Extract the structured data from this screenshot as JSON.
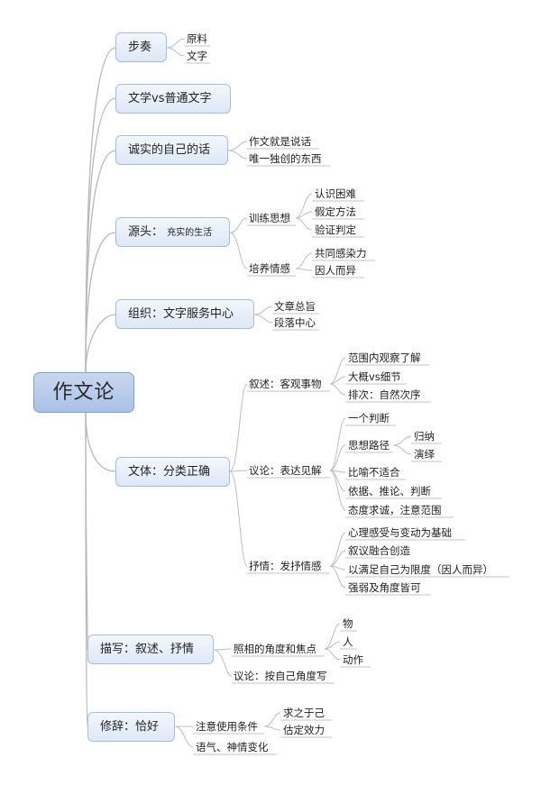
{
  "root": "作文论",
  "branches": {
    "b1": {
      "label": "步奏",
      "items": [
        "原料",
        "文字"
      ]
    },
    "b2": {
      "label": "文学vs普通文字"
    },
    "b3": {
      "label": "诚实的自己的话",
      "items": [
        "作文就是说话",
        "唯一独创的东西"
      ]
    },
    "b4": {
      "label": "源头：",
      "sub": "充实的生活",
      "g1": {
        "label": "训练思想",
        "items": [
          "认识困难",
          "假定方法",
          "验证判定"
        ]
      },
      "g2": {
        "label": "培养情感",
        "items": [
          "共同感染力",
          "因人而异"
        ]
      }
    },
    "b5": {
      "label": "组织：文字服务中心",
      "items": [
        "文章总旨",
        "段落中心"
      ]
    },
    "b6": {
      "label": "文体：分类正确",
      "g1": {
        "label": "叙述：客观事物",
        "items": [
          "范围内观察了解",
          "大概vs细节",
          "排次：自然次序"
        ]
      },
      "g2": {
        "label": "议论：表达见解",
        "items": [
          "一个判断",
          "思想路径",
          "比喻不适合",
          "依据、推论、判断",
          "态度求诚，注意范围"
        ],
        "path": [
          "归纳",
          "演绎"
        ]
      },
      "g3": {
        "label": "抒情：发抒情感",
        "items": [
          "心理感受与变动为基础",
          "叙议融合创造",
          "以满足自己为限度（因人而异）",
          "强弱及角度皆可"
        ]
      }
    },
    "b7": {
      "label": "描写：叙述、抒情",
      "g1": {
        "label": "照相的角度和焦点",
        "items": [
          "物",
          "人",
          "动作"
        ]
      },
      "g2": {
        "label": "议论：按自己角度写"
      }
    },
    "b8": {
      "label": "修辞：恰好",
      "g1": {
        "label": "注意使用条件",
        "items": [
          "求之于己",
          "估定效力"
        ]
      },
      "g2": {
        "label": "语气、神情变化"
      }
    }
  }
}
